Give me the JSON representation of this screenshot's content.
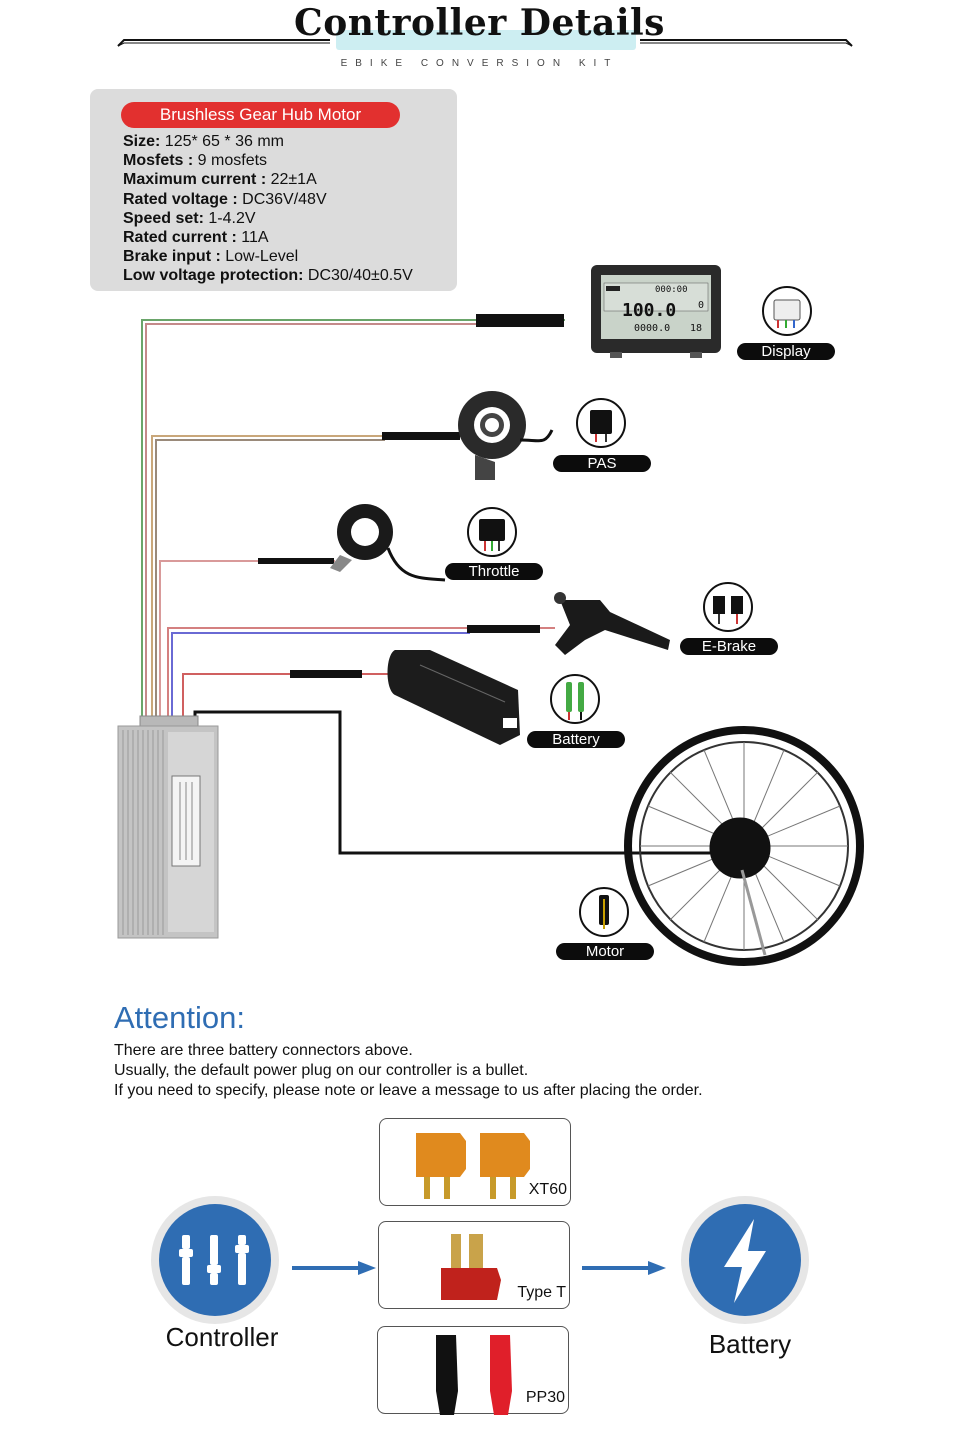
{
  "header": {
    "title": "Controller Details",
    "subtitle": "EBIKE CONVERSION KIT"
  },
  "spec": {
    "heading": "Brushless Gear Hub Motor",
    "items": [
      {
        "label": "Size:",
        "value": " 125* 65 * 36 mm"
      },
      {
        "label": "Mosfets :",
        "value": " 9 mosfets"
      },
      {
        "label": "Maximum current :",
        "value": " 22±1A"
      },
      {
        "label": "Rated voltage :",
        "value": " DC36V/48V"
      },
      {
        "label": "Speed set:",
        "value": " 1-4.2V"
      },
      {
        "label": "Rated current :",
        "value": " 11A"
      },
      {
        "label": "Brake input :",
        "value": " Low-Level"
      },
      {
        "label": "Low voltage protection:",
        "value": " DC30/40±0.5V"
      }
    ]
  },
  "components": {
    "display": "Display",
    "pas": "PAS",
    "throttle": "Throttle",
    "ebrake": "E-Brake",
    "battery": "Battery",
    "motor": "Motor"
  },
  "lcd": {
    "readout1": "000:00",
    "readout2": "100.0",
    "readout3": "0",
    "readout4": "0000.0",
    "readout5": "18"
  },
  "attention": {
    "heading": "Attention:",
    "lines": [
      "There are three battery connectors above.",
      "Usually, the default power plug on our controller is a bullet.",
      "If you need to specify, please note or leave a message to us after placing the order."
    ]
  },
  "connectors": {
    "xt60": "XT60",
    "type_t": "Type T",
    "pp30": "PP30"
  },
  "flow": {
    "left_label": "Controller",
    "right_label": "Battery"
  },
  "colors": {
    "accent_blue": "#2f6db3",
    "pill_red": "#e2302f",
    "panel_gray": "#dcdcdc"
  }
}
